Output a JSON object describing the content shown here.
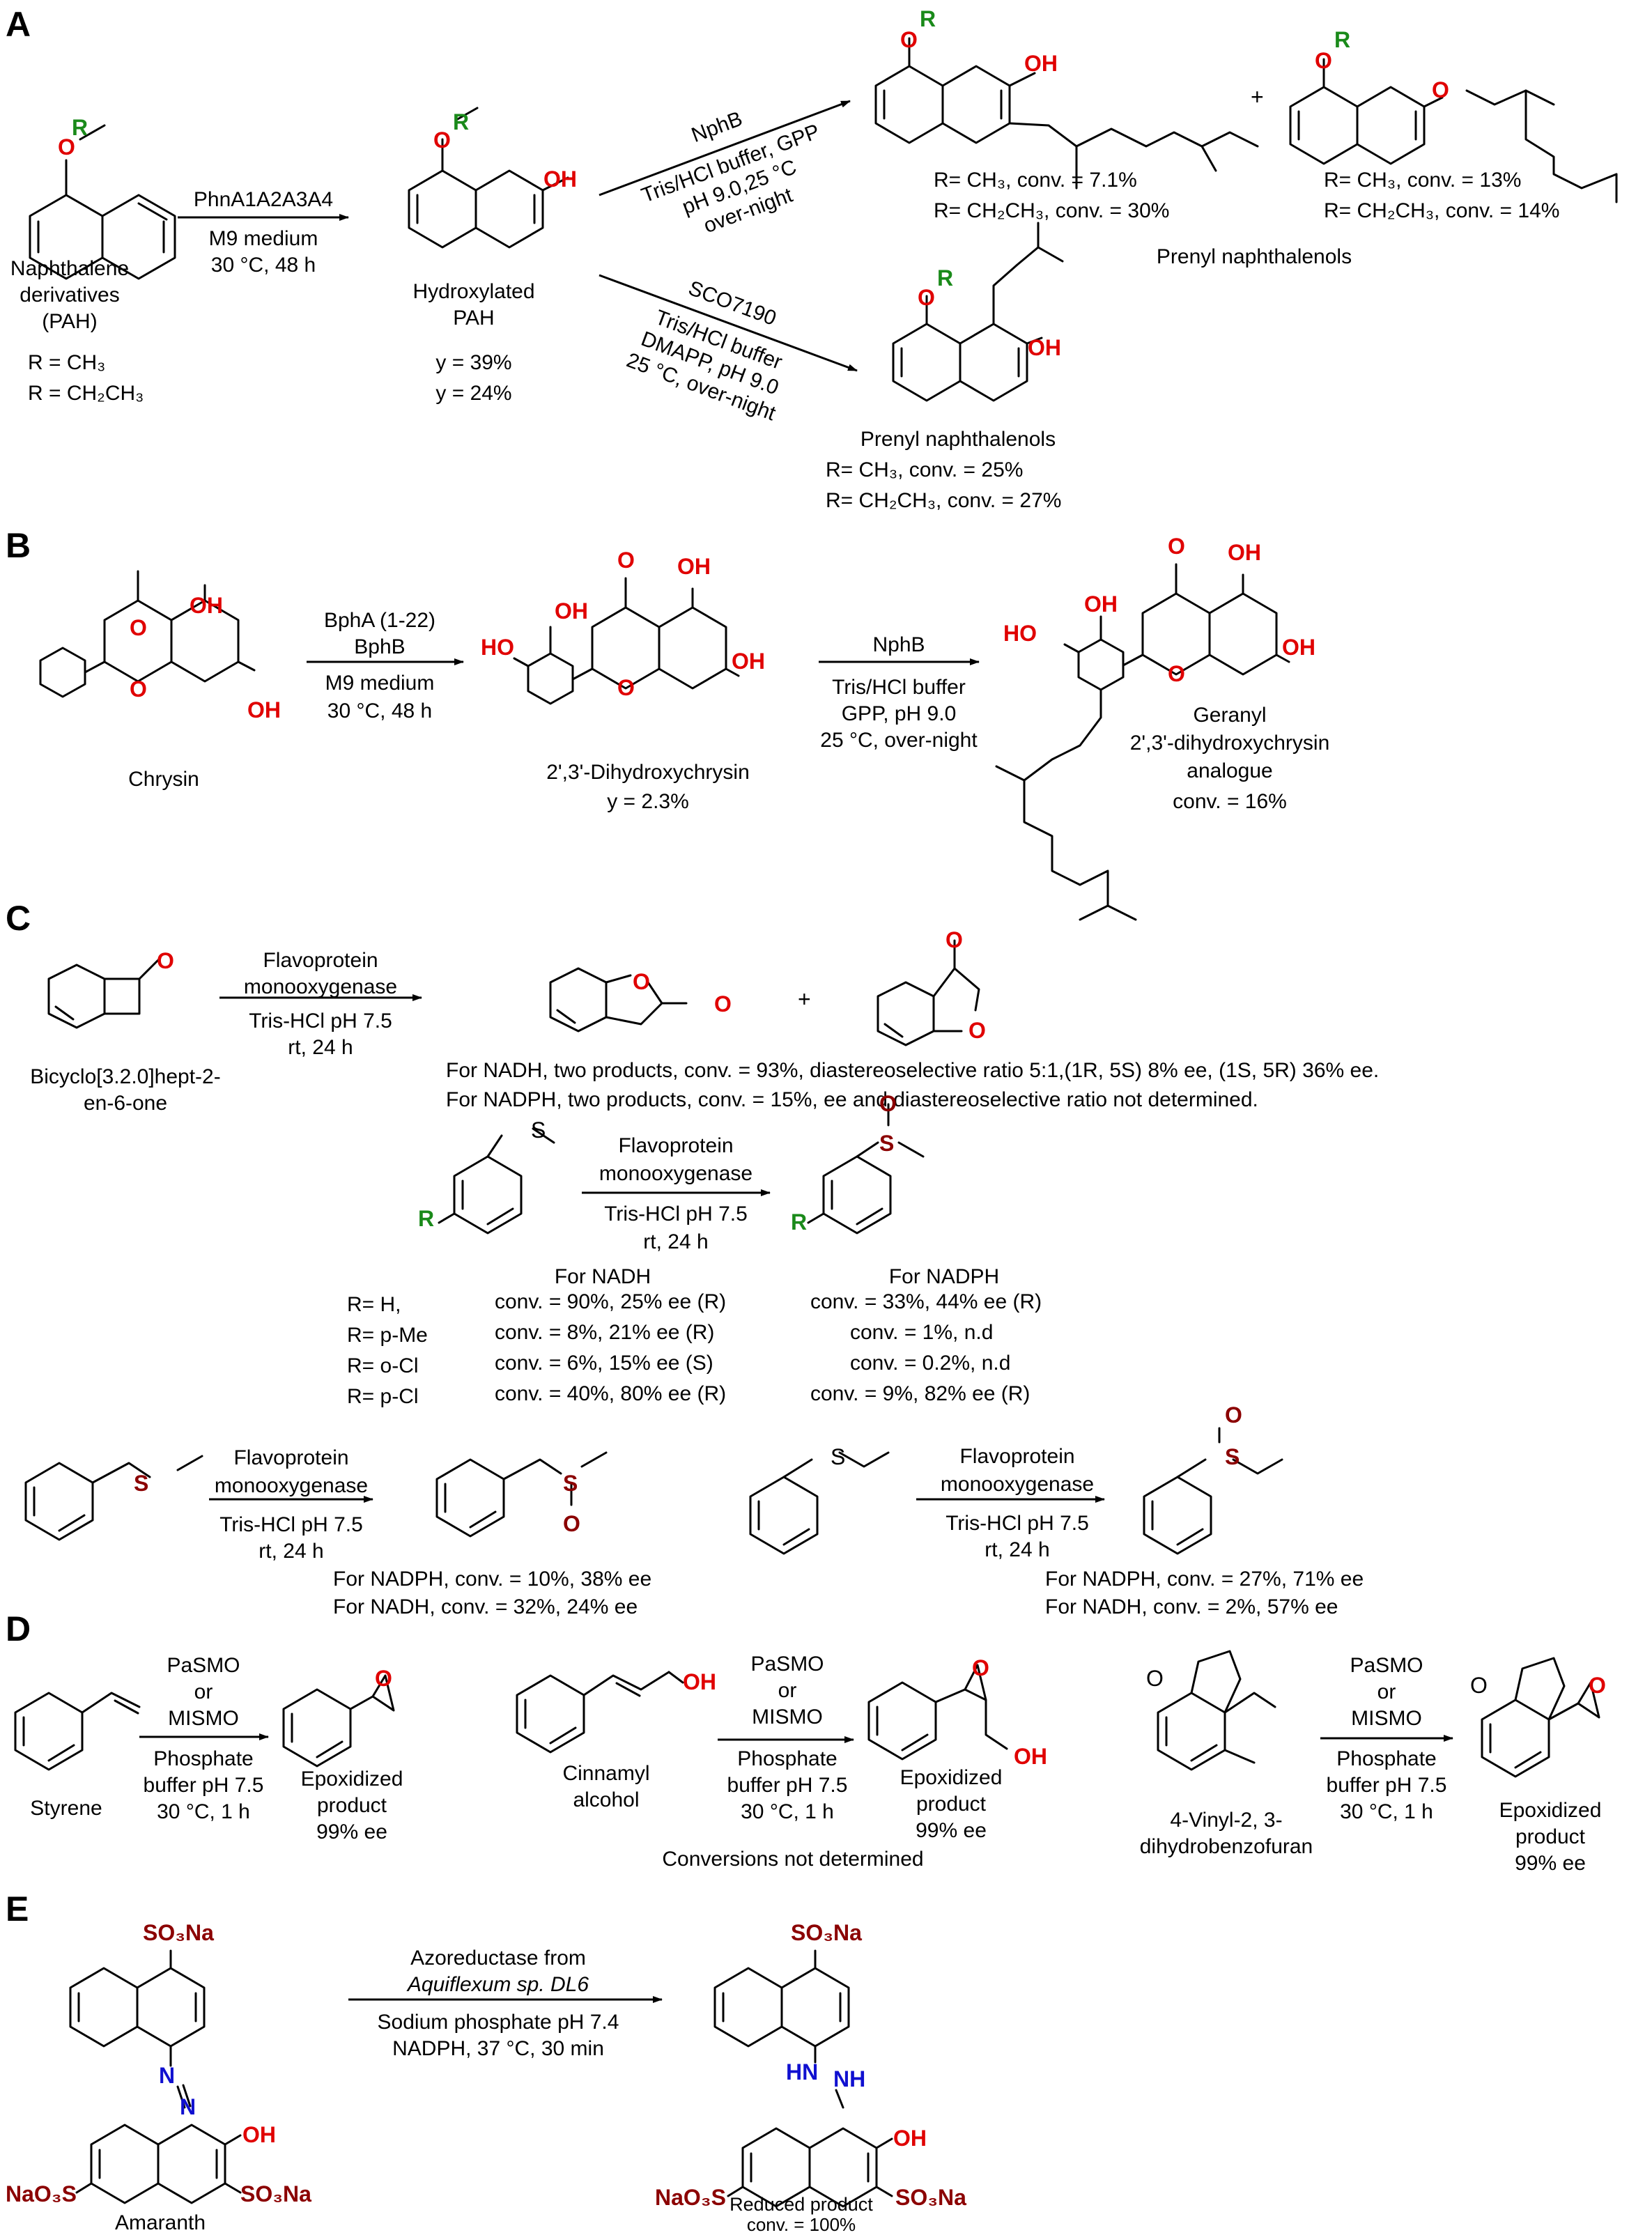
{
  "panels": {
    "A": "A",
    "B": "B",
    "C": "C",
    "D": "D",
    "E": "E"
  },
  "atoms": {
    "O": "O",
    "R": "R",
    "OH": "OH",
    "S": "S",
    "N": "N",
    "HN": "HN",
    "NH": "NH",
    "SO3Na": "SO₃Na",
    "NaO3S": "NaO₃S",
    "plus": "+"
  },
  "panelA": {
    "substrate_label": [
      "Naphthalene",
      "derivatives",
      "(PAH)"
    ],
    "r_values": [
      "R = CH₃",
      "R = CH₂CH₃"
    ],
    "step1": {
      "enzyme": "PhnA1A2A3A4",
      "cond1": "M9 medium",
      "cond2": "30 °C, 48 h"
    },
    "intermediate_label": [
      "Hydroxylated",
      "PAH"
    ],
    "yields": [
      "y = 39%",
      "y = 24%"
    ],
    "upper_arrow": {
      "enzyme": "NphB",
      "cond1": "Tris/HCl buffer, GPP",
      "cond2": "pH 9.0,25 °C",
      "cond3": "over-night"
    },
    "lower_arrow": {
      "enzyme": "SCO7190",
      "cond1": "Tris/HCl buffer",
      "cond2": "DMAPP, pH 9.0",
      "cond3": "25 °C, over-night"
    },
    "product1_conv": [
      "R= CH₃, conv. = 7.1%",
      "R= CH₂CH₃, conv. = 30%"
    ],
    "product2_conv": [
      "R= CH₃, conv. = 13%",
      "R= CH₂CH₃, conv. = 14%"
    ],
    "upper_products_label": "Prenyl naphthalenols",
    "lower_product_label": "Prenyl naphthalenols",
    "product3_conv": [
      "R= CH₃, conv. = 25%",
      "R= CH₂CH₃, conv. = 27%"
    ]
  },
  "panelB": {
    "substrate": "Chrysin",
    "step1": {
      "enzyme": "BphA (1-22)",
      "enzyme2": "BphB",
      "cond1": "M9 medium",
      "cond2": "30 °C, 48 h"
    },
    "intermediate": "2',3'-Dihydroxychrysin",
    "yield": "y = 2.3%",
    "step2": {
      "enzyme": "NphB",
      "cond1": "Tris/HCl buffer",
      "cond2": "GPP, pH 9.0",
      "cond3": "25 °C, over-night"
    },
    "product": [
      "Geranyl",
      "2',3'-dihydroxychrysin",
      "analogue"
    ],
    "conv": "conv. = 16%"
  },
  "panelC": {
    "r1": {
      "enzyme1": "Flavoprotein",
      "enzyme2": "monooxygenase",
      "cond1": "Tris-HCl pH 7.5",
      "cond2": "rt, 24 h"
    },
    "substrate1": [
      "Bicyclo[3.2.0]hept-2-",
      "en-6-one"
    ],
    "note1": "For NADH, two products, conv. = 93%, diastereoselective ratio 5:1,(1R, 5S) 8% ee, (1S, 5R) 36% ee.",
    "note2": "For NADPH, two products, conv. = 15%, ee and diastereoselective ratio not determined.",
    "r2": {
      "enzyme1": "Flavoprotein",
      "enzyme2": "monooxygenase",
      "cond1": "Tris-HCl pH 7.5",
      "cond2": "rt, 24 h"
    },
    "table_head": [
      "For NADH",
      "For NADPH"
    ],
    "table_rows": [
      {
        "r": "R= H,",
        "nadh": "conv. = 90%, 25% ee (R)",
        "nadph": "conv. = 33%, 44% ee (R)"
      },
      {
        "r": "R= p-Me",
        "nadh": "conv. = 8%,   21% ee (R)",
        "nadph": "conv. = 1%,    n.d"
      },
      {
        "r": "R= o-Cl",
        "nadh": "conv. = 6%,    15% ee (S)",
        "nadph": "conv. = 0.2%, n.d"
      },
      {
        "r": "R= p-Cl",
        "nadh": "conv. = 40%, 80% ee (R)",
        "nadph": "conv. = 9%,    82% ee (R)"
      }
    ],
    "r3": {
      "enzyme1": "Flavoprotein",
      "enzyme2": "monooxygenase",
      "cond1": "Tris-HCl pH 7.5",
      "cond2": "rt, 24 h"
    },
    "r3_notes": [
      "For NADPH, conv. = 10%, 38% ee",
      "For NADH,  conv. = 32%, 24% ee"
    ],
    "r4": {
      "enzyme1": "Flavoprotein",
      "enzyme2": "monooxygenase",
      "cond1": "Tris-HCl pH 7.5",
      "cond2": "rt, 24 h"
    },
    "r4_notes": [
      "For NADPH, conv. = 27%, 71% ee",
      "For NADH,  conv. = 2%, 57% ee"
    ]
  },
  "panelD": {
    "cond": {
      "e1": "PaSMO",
      "e2": "or",
      "e3": "MISMO",
      "c1": "Phosphate",
      "c2": "buffer pH 7.5",
      "c3": "30 °C, 1 h"
    },
    "sub1": "Styrene",
    "sub2": [
      "Cinnamyl",
      "alcohol"
    ],
    "sub3": [
      "4-Vinyl-2, 3-",
      "dihydrobenzofuran"
    ],
    "product": [
      "Epoxidized",
      "product",
      "99% ee"
    ],
    "note": "Conversions not determined"
  },
  "panelE": {
    "substrate": "Amaranth",
    "enzyme1": "Azoreductase from",
    "enzyme2": "Aquiflexum sp. DL6",
    "cond1": "Sodium phosphate pH 7.4",
    "cond2": "NADPH, 37 °C, 30 min",
    "product": "Reduced product",
    "conv": "conv. = 100%"
  }
}
